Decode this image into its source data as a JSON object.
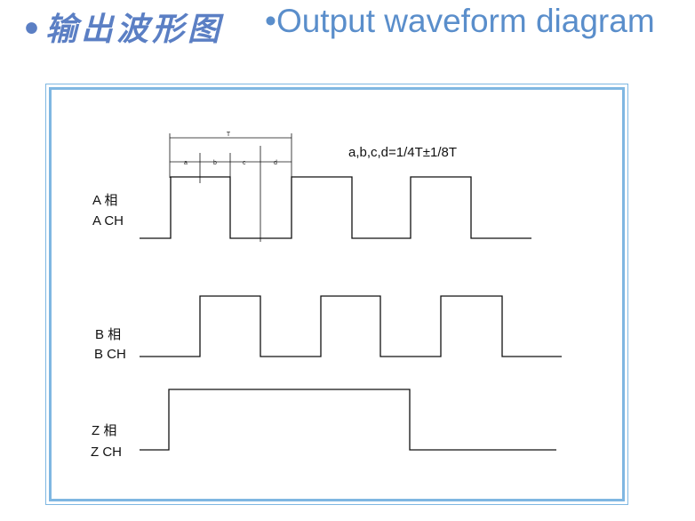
{
  "header": {
    "title_cn": "•输出波形图",
    "title_en": "•Output waveform diagram"
  },
  "diagram": {
    "formula": "a,b,c,d=1/4T±1/8T",
    "period_label": "T",
    "segment_labels": [
      "a",
      "b",
      "c",
      "d"
    ],
    "channels": [
      {
        "label_cn": "A 相",
        "label_en": "A CH"
      },
      {
        "label_cn": "B 相",
        "label_en": "B CH"
      },
      {
        "label_cn": "Z 相",
        "label_en": "Z CH"
      }
    ]
  },
  "colors": {
    "accent": "#5a8ecb",
    "frame": "#7fb7e2"
  }
}
